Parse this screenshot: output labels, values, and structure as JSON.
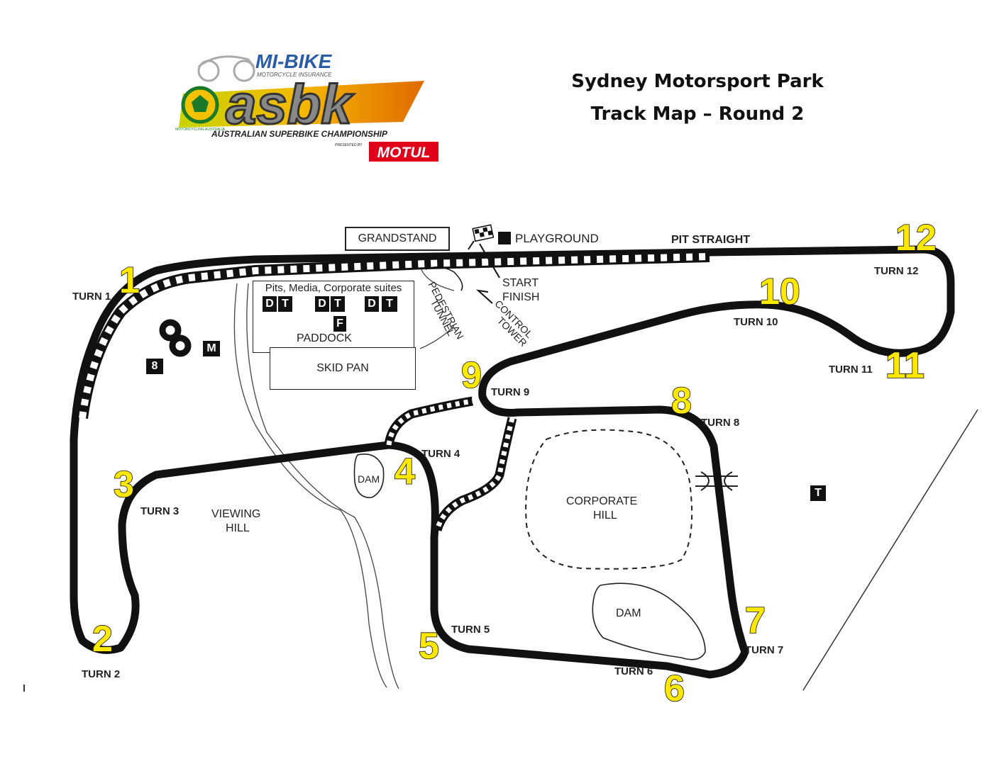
{
  "logo": {
    "brand": "MI-BIKE",
    "brand_sub": "MOTORCYCLE INSURANCE",
    "series": "asbk",
    "series_full": "AUSTRALIAN SUPERBIKE CHAMPIONSHIP",
    "presented_by": "PRESENTED BY",
    "sponsor": "MOTUL",
    "ma_text": "MOTORCYCLING AUSTRALIA"
  },
  "title": {
    "line1": "Sydney Motorsport Park",
    "line2": "Track Map – Round 2"
  },
  "map": {
    "track_color": "#111111",
    "number_color": "#ffe800",
    "boxes": {
      "grandstand": "GRANDSTAND",
      "pits": "Pits, Media, Corporate suites",
      "skid_pan": "SKID PAN"
    },
    "labels": {
      "playground": "PLAYGROUND",
      "pit_straight": "PIT STRAIGHT",
      "start": "START",
      "finish": "FINISH",
      "pedestrian": "PEDESTRIAN",
      "tunnel": "TUNNEL",
      "control": "CONTROL",
      "tower": "TOWER",
      "paddock": "PADDOCK",
      "viewing": "VIEWING",
      "hill": "HILL",
      "corporate": "CORPORATE",
      "corporate_hill": "HILL",
      "dam_small": "DAM",
      "dam_large": "DAM"
    },
    "badges": {
      "d": "D",
      "t": "T",
      "f": "F",
      "m": "M",
      "eight": "8",
      "t_marker": "T"
    },
    "turns": [
      {
        "num": "1",
        "label": "TURN 1"
      },
      {
        "num": "2",
        "label": "TURN 2"
      },
      {
        "num": "3",
        "label": "TURN 3"
      },
      {
        "num": "4",
        "label": "TURN 4"
      },
      {
        "num": "5",
        "label": "TURN 5"
      },
      {
        "num": "6",
        "label": "TURN 6"
      },
      {
        "num": "7",
        "label": "TURN 7"
      },
      {
        "num": "8",
        "label": "TURN 8"
      },
      {
        "num": "9",
        "label": "TURN 9"
      },
      {
        "num": "10",
        "label": "TURN 10"
      },
      {
        "num": "11",
        "label": "TURN 11"
      },
      {
        "num": "12",
        "label": "TURN 12"
      }
    ]
  }
}
